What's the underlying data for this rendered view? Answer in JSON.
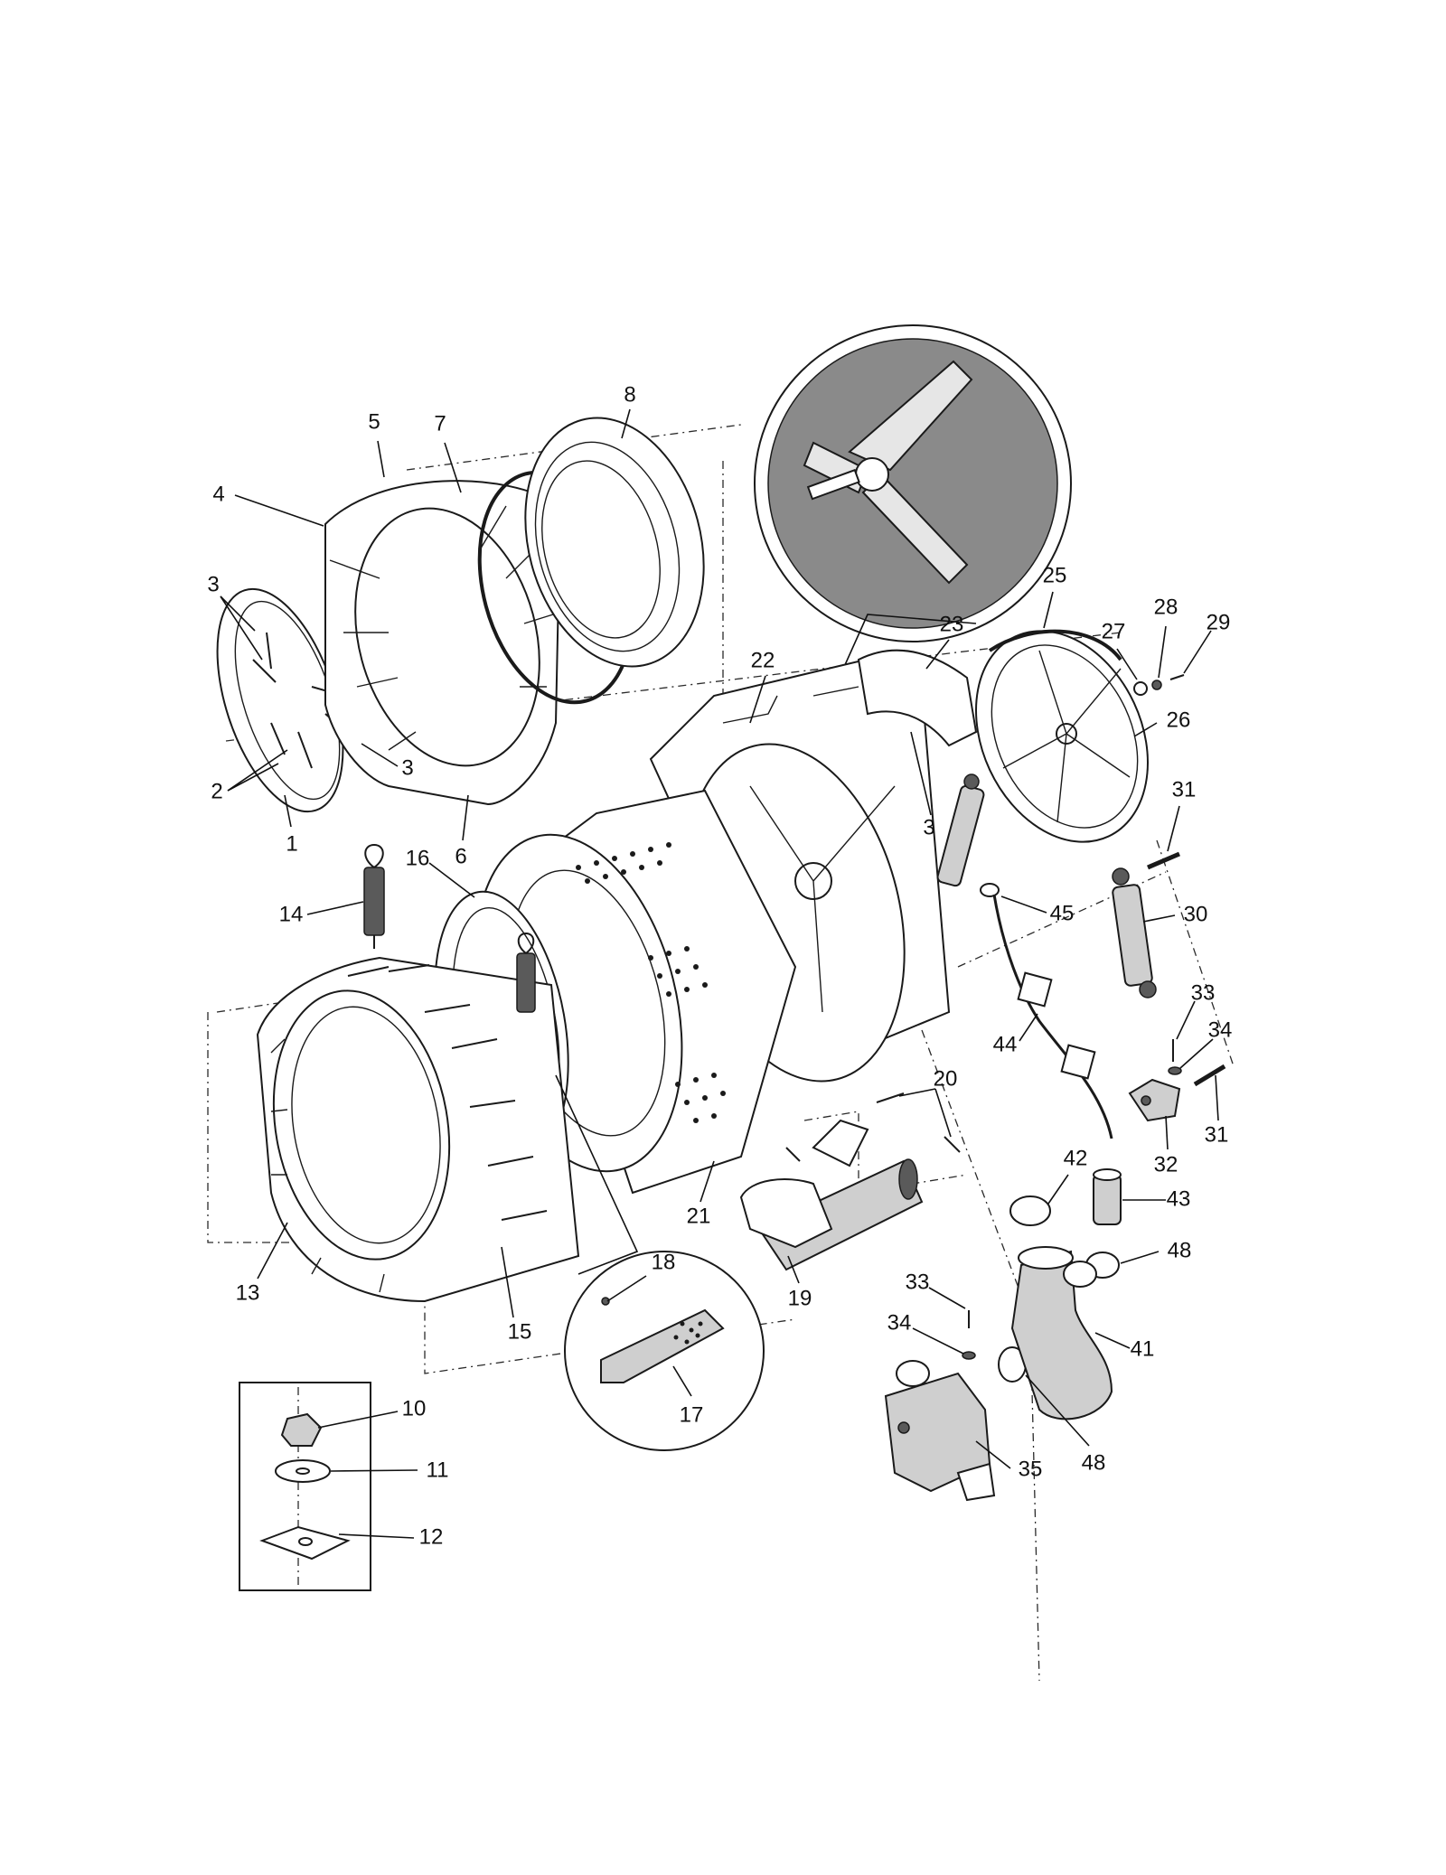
{
  "callouts": [
    {
      "id": "c1",
      "label": "1"
    },
    {
      "id": "c2",
      "label": "2"
    },
    {
      "id": "c3a",
      "label": "3"
    },
    {
      "id": "c3b",
      "label": "3"
    },
    {
      "id": "c3c",
      "label": "3"
    },
    {
      "id": "c4",
      "label": "4"
    },
    {
      "id": "c5",
      "label": "5"
    },
    {
      "id": "c6",
      "label": "6"
    },
    {
      "id": "c7",
      "label": "7"
    },
    {
      "id": "c8",
      "label": "8"
    },
    {
      "id": "c10",
      "label": "10"
    },
    {
      "id": "c11",
      "label": "11"
    },
    {
      "id": "c12",
      "label": "12"
    },
    {
      "id": "c13",
      "label": "13"
    },
    {
      "id": "c14",
      "label": "14"
    },
    {
      "id": "c15",
      "label": "15"
    },
    {
      "id": "c16",
      "label": "16"
    },
    {
      "id": "c17",
      "label": "17"
    },
    {
      "id": "c18",
      "label": "18"
    },
    {
      "id": "c19",
      "label": "19"
    },
    {
      "id": "c20",
      "label": "20"
    },
    {
      "id": "c21",
      "label": "21"
    },
    {
      "id": "c22",
      "label": "22"
    },
    {
      "id": "c23",
      "label": "23"
    },
    {
      "id": "c25",
      "label": "25"
    },
    {
      "id": "c26",
      "label": "26"
    },
    {
      "id": "c27",
      "label": "27"
    },
    {
      "id": "c28",
      "label": "28"
    },
    {
      "id": "c29",
      "label": "29"
    },
    {
      "id": "c30",
      "label": "30"
    },
    {
      "id": "c31a",
      "label": "31"
    },
    {
      "id": "c31b",
      "label": "31"
    },
    {
      "id": "c32",
      "label": "32"
    },
    {
      "id": "c33a",
      "label": "33"
    },
    {
      "id": "c33b",
      "label": "33"
    },
    {
      "id": "c34a",
      "label": "34"
    },
    {
      "id": "c34b",
      "label": "34"
    },
    {
      "id": "c35",
      "label": "35"
    },
    {
      "id": "c41",
      "label": "41"
    },
    {
      "id": "c42",
      "label": "42"
    },
    {
      "id": "c43",
      "label": "43"
    },
    {
      "id": "c44",
      "label": "44"
    },
    {
      "id": "c45",
      "label": "45"
    },
    {
      "id": "c48a",
      "label": "48"
    },
    {
      "id": "c48b",
      "label": "48"
    }
  ]
}
